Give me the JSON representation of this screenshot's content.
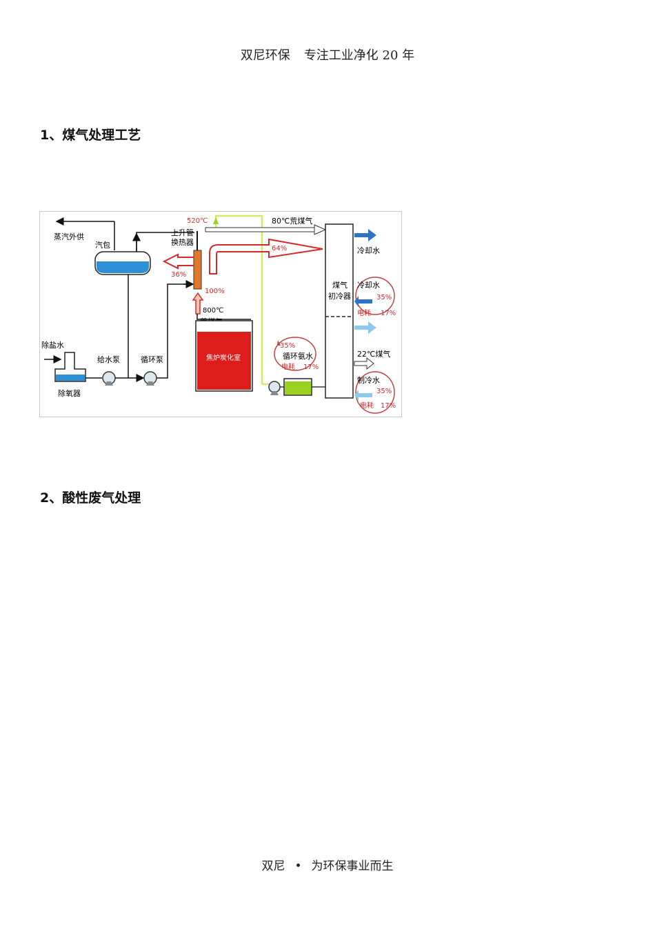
{
  "header": {
    "company": "双尼环保",
    "slogan": "专注工业净化 20 年"
  },
  "sections": [
    {
      "title": "1、煤气处理工艺"
    },
    {
      "title": "2、酸性废气处理"
    }
  ],
  "diagram": {
    "labels": {
      "steam_out": "蒸汽外供",
      "drum": "汽包",
      "riser_hx_1": "上升管",
      "riser_hx_2": "换热器",
      "t520": "520℃",
      "raw_gas_80": "80℃荒煤气",
      "pct64": "64%",
      "pct36": "36%",
      "pct100": "100%",
      "t800": "800℃",
      "raw_gas": "荒煤气",
      "coke_oven": "焦炉炭化室",
      "cooler_1": "煤气",
      "cooler_2": "初冷器",
      "cooling_water_out": "冷却水",
      "cooling_water_in": "冷却水",
      "pct35_a": "35%",
      "power_a": "电耗",
      "pct17_a": "17%",
      "gas_22": "22℃煤气",
      "chilled_water": "制冷水",
      "pct35_b": "35%",
      "power_b": "电耗",
      "pct17_b": "17%",
      "pct35_c": "35%",
      "ammonia_water": "循环氨水",
      "power_c": "电耗",
      "pct17_c": "17%",
      "desalted_water": "除盐水",
      "feed_pump": "给水泵",
      "circ_pump": "循环泵",
      "deaerator": "除氧器"
    },
    "colors": {
      "red": "#d42a2a",
      "blue": "#2f74c0",
      "light_blue": "#8ec9ea",
      "green": "#9bd21f",
      "yellow_green": "#d9e66a"
    }
  },
  "footer": {
    "left": "双尼",
    "dot": "•",
    "right": "为环保事业而生"
  }
}
